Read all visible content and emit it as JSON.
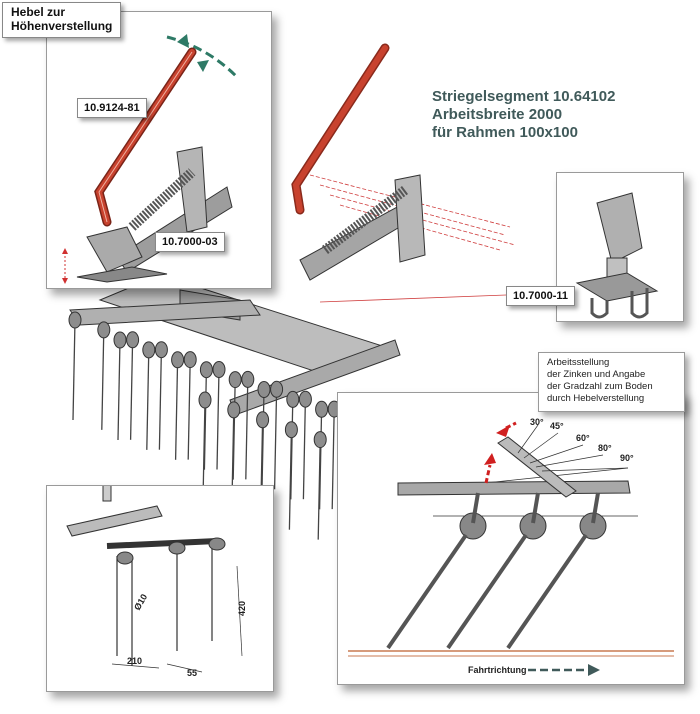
{
  "title": {
    "line1": "Striegelsegment 10.64102",
    "line2": "Arbeitsbreite 2000",
    "line3": "für Rahmen 100x100"
  },
  "labels": {
    "lever_heading": "Hebel zur Höhenverstellung",
    "lever_heading_line1": "Hebel zur",
    "lever_heading_line2": "Höhenverstellung",
    "part_lever": "10.9124-81",
    "part_bracket": "10.7000-03",
    "part_mount": "10.7000-11"
  },
  "note": {
    "line1": "Arbeitsstellung",
    "line2": "der Zinken und Angabe",
    "line3": "der Gradzahl zum Boden",
    "line4": "durch Hebelverstellung"
  },
  "angles": [
    "30°",
    "45°",
    "60°",
    "80°",
    "90°"
  ],
  "dimensions": {
    "diameter": "Ø10",
    "spacing": "210",
    "offset": "55",
    "length": "420"
  },
  "direction": {
    "label": "Fahrtrichtung"
  },
  "colors": {
    "lever_red": "#c8422e",
    "arrow_teal": "#2e7a66",
    "title_slate": "#405a5a",
    "metal_gray": "#9a9a9a"
  }
}
